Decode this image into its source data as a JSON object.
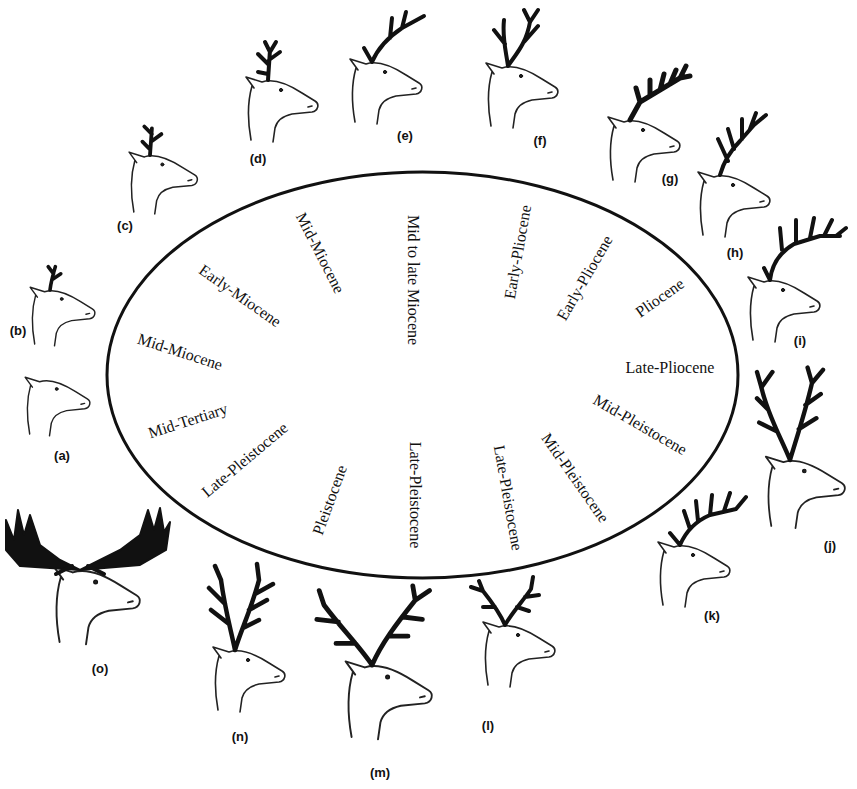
{
  "diagram": {
    "nodes": [
      {
        "text": [
          "Mid-Tertiary",
          "Mid-Miocene",
          "Early-Miocene",
          "Mid-Miocene",
          "Mid to late Miocene",
          "Early-Pliocene",
          "Early-Pliocene",
          "Pliocene",
          "Late-Pliocene",
          "Mid-Pleistocene",
          "Mid-Pleistocene",
          "Late-Pleistocene",
          "Late-Pleistocene",
          "Pleistocene",
          "Late-Pleistocene"
        ]
      }
    ],
    "labels": [
      "(a)",
      "(b)",
      "(c)",
      "(d)",
      "(e)",
      "(f)",
      "(g)",
      "(h)",
      "(i)",
      "(j)",
      "(k)",
      "(l)",
      "(m)",
      "(n)",
      "(o)"
    ]
  }
}
